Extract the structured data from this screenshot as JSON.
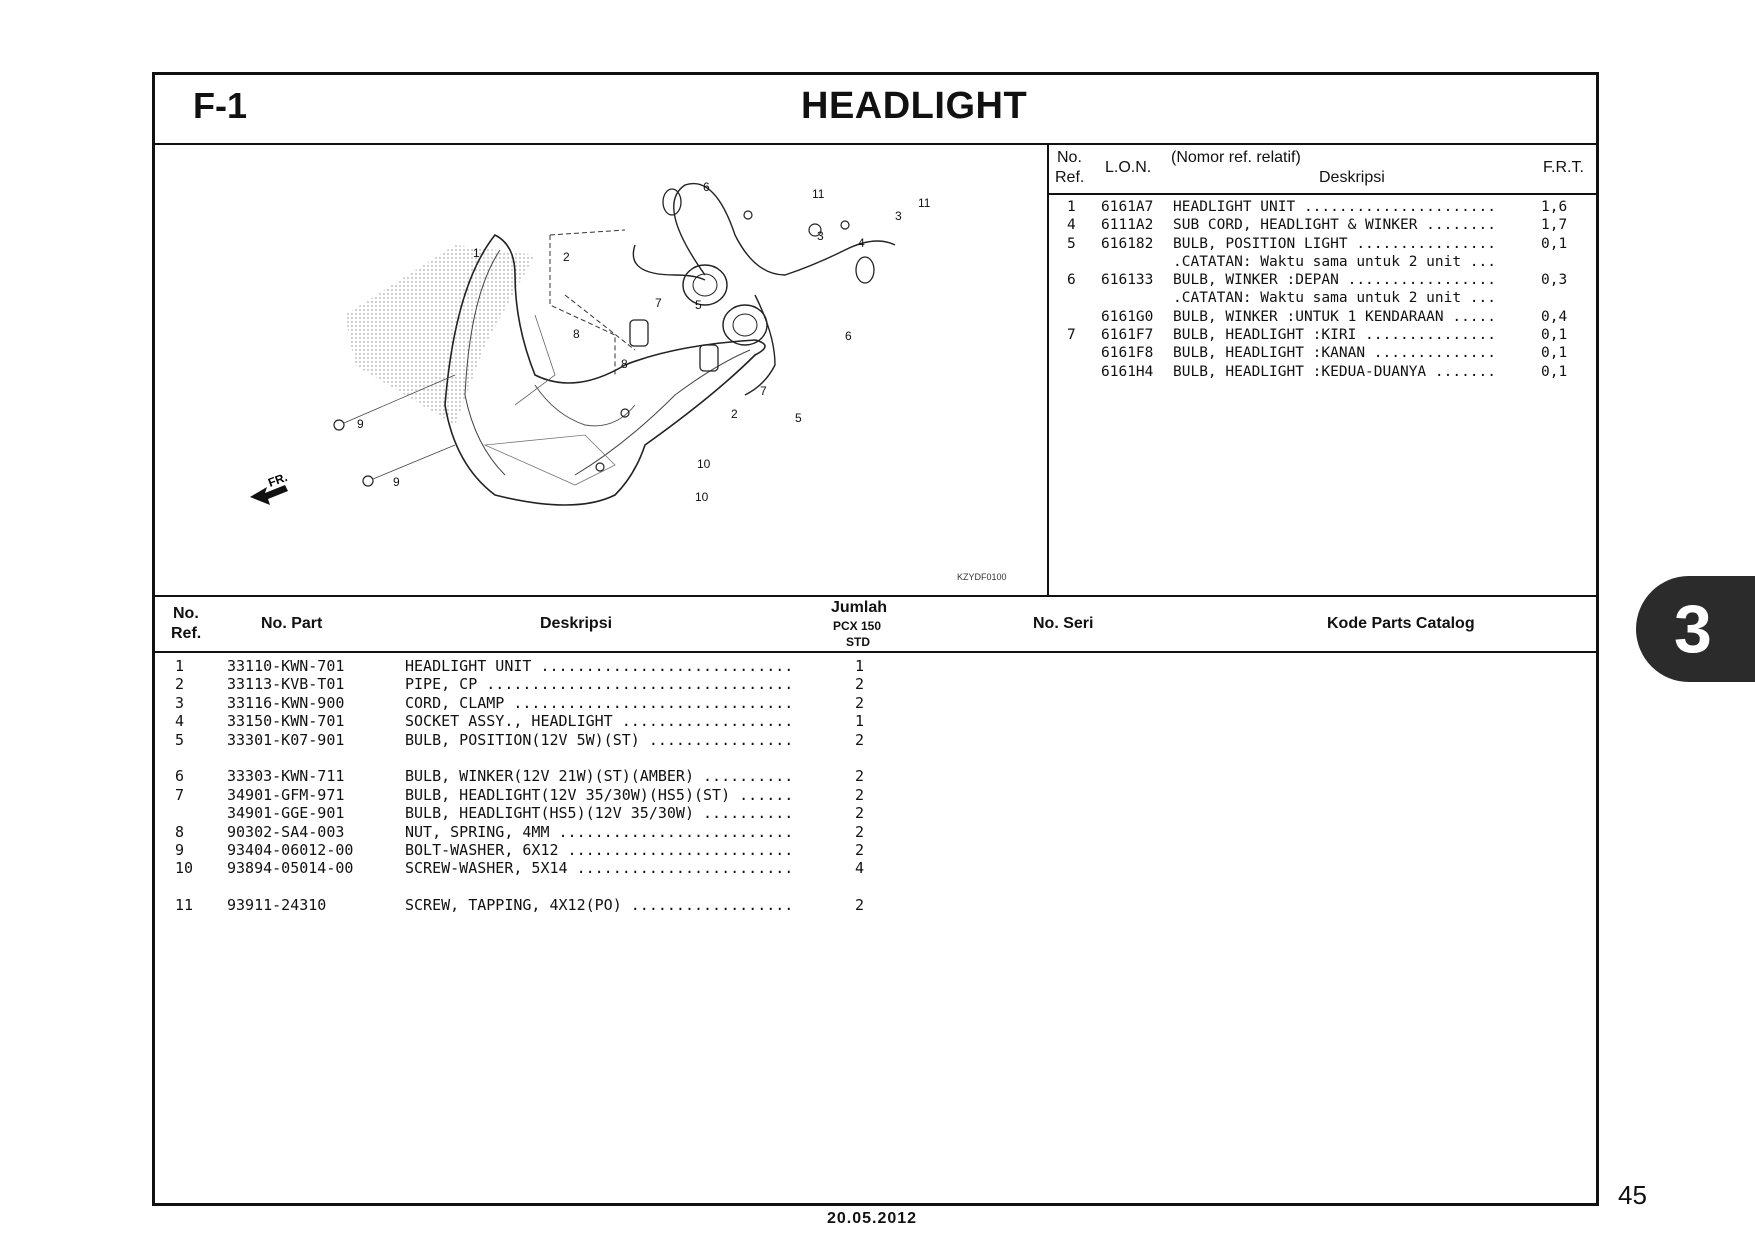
{
  "header": {
    "section_code": "F-1",
    "title": "HEADLIGHT"
  },
  "diagram": {
    "code": "KZYDF0100",
    "front_mark": "FR.",
    "callouts": [
      "1",
      "2",
      "3",
      "3",
      "4",
      "5",
      "5",
      "6",
      "6",
      "7",
      "7",
      "8",
      "8",
      "9",
      "9",
      "10",
      "10",
      "11",
      "11",
      "2"
    ]
  },
  "lon_table": {
    "headers": {
      "no": "No.",
      "ref": "Ref.",
      "lon": "L.O.N.",
      "nomor": "(Nomor ref. relatif)",
      "deskripsi": "Deskripsi",
      "frt": "F.R.T."
    },
    "rows": [
      {
        "no": "1",
        "lon": "6161A7",
        "desc": "HEADLIGHT UNIT ......................",
        "frt": "1,6"
      },
      {
        "no": "4",
        "lon": "6111A2",
        "desc": "SUB CORD, HEADLIGHT & WINKER ........",
        "frt": "1,7"
      },
      {
        "no": "5",
        "lon": "616182",
        "desc": "BULB, POSITION LIGHT ................",
        "frt": "0,1"
      },
      {
        "no": "",
        "lon": "",
        "desc": ".CATATAN: Waktu sama untuk 2 unit ...",
        "frt": ""
      },
      {
        "no": "6",
        "lon": "616133",
        "desc": "BULB, WINKER :DEPAN .................",
        "frt": "0,3"
      },
      {
        "no": "",
        "lon": "",
        "desc": ".CATATAN: Waktu sama untuk 2 unit ...",
        "frt": ""
      },
      {
        "no": "",
        "lon": "6161G0",
        "desc": "BULB, WINKER :UNTUK 1 KENDARAAN .....",
        "frt": "0,4"
      },
      {
        "no": "7",
        "lon": "6161F7",
        "desc": "BULB, HEADLIGHT :KIRI ...............",
        "frt": "0,1"
      },
      {
        "no": "",
        "lon": "6161F8",
        "desc": "BULB, HEADLIGHT :KANAN ..............",
        "frt": "0,1"
      },
      {
        "no": "",
        "lon": "6161H4",
        "desc": "BULB, HEADLIGHT :KEDUA-DUANYA .......",
        "frt": "0,1"
      }
    ]
  },
  "parts_table": {
    "headers": {
      "no": "No.",
      "ref": "Ref.",
      "part": "No. Part",
      "desc": "Deskripsi",
      "jumlah": "Jumlah",
      "model": "PCX 150",
      "std": "STD",
      "seri": "No. Seri",
      "kode": "Kode Parts Catalog"
    },
    "rows": [
      {
        "ref": "1",
        "part": "33110-KWN-701",
        "desc": "HEADLIGHT UNIT ............................",
        "qty": "1"
      },
      {
        "ref": "2",
        "part": "33113-KVB-T01",
        "desc": "PIPE, CP ..................................",
        "qty": "2"
      },
      {
        "ref": "3",
        "part": "33116-KWN-900",
        "desc": "CORD, CLAMP ...............................",
        "qty": "2"
      },
      {
        "ref": "4",
        "part": "33150-KWN-701",
        "desc": "SOCKET ASSY., HEADLIGHT ...................",
        "qty": "1"
      },
      {
        "ref": "5",
        "part": "33301-K07-901",
        "desc": "BULB, POSITION(12V 5W)(ST) ................",
        "qty": "2"
      },
      {
        "gap": true
      },
      {
        "ref": "6",
        "part": "33303-KWN-711",
        "desc": "BULB, WINKER(12V 21W)(ST)(AMBER) ..........",
        "qty": "2"
      },
      {
        "ref": "7",
        "part": "34901-GFM-971",
        "desc": "BULB, HEADLIGHT(12V 35/30W)(HS5)(ST) ......",
        "qty": "2"
      },
      {
        "ref": "",
        "part": "34901-GGE-901",
        "desc": "BULB, HEADLIGHT(HS5)(12V 35/30W) ..........",
        "qty": "2"
      },
      {
        "ref": "8",
        "part": "90302-SA4-003",
        "desc": "NUT, SPRING, 4MM ..........................",
        "qty": "2"
      },
      {
        "ref": "9",
        "part": "93404-06012-00",
        "desc": "BOLT-WASHER, 6X12 .........................",
        "qty": "2"
      },
      {
        "ref": "10",
        "part": "93894-05014-00",
        "desc": "SCREW-WASHER, 5X14 ........................",
        "qty": "4"
      },
      {
        "gap": true
      },
      {
        "ref": "11",
        "part": "93911-24310",
        "desc": "SCREW, TAPPING, 4X12(PO) ..................",
        "qty": "2"
      }
    ]
  },
  "chapter_tab": "3",
  "page_number": "45",
  "date": "20.05.2012"
}
